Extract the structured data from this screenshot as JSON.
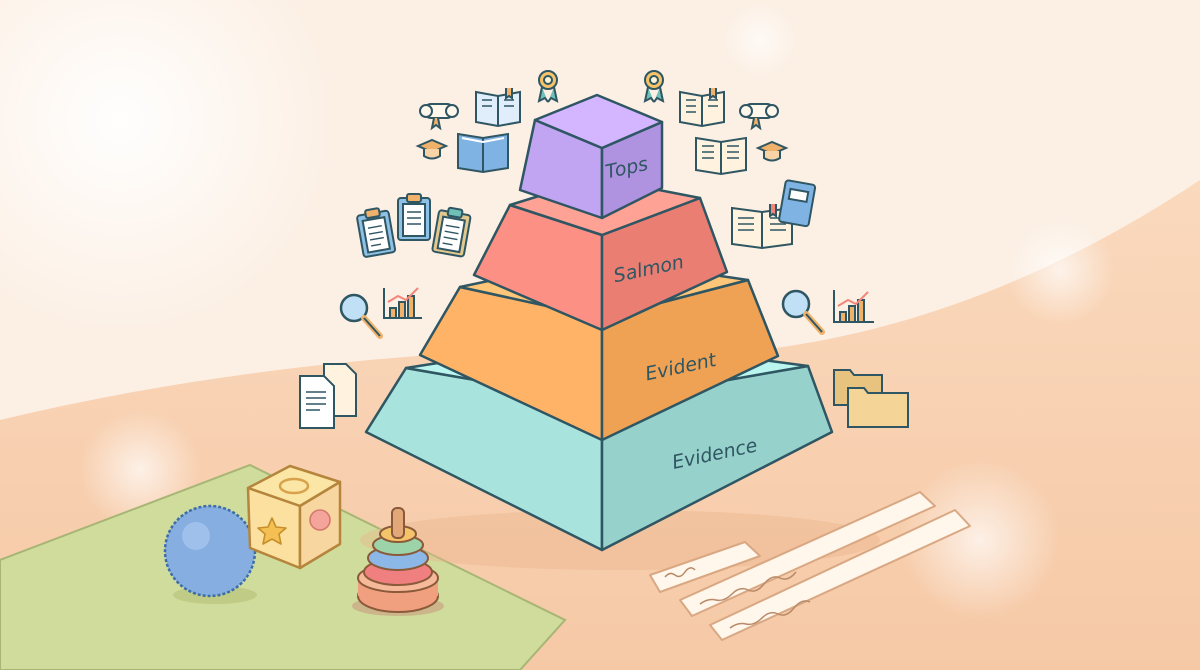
{
  "pyramid": {
    "tiers": [
      {
        "label": "Tops",
        "color": "#b79ae8"
      },
      {
        "label": "Salmon",
        "color": "#f3867a"
      },
      {
        "label": "Evident",
        "color": "#f7a95c"
      },
      {
        "label": "Evidence",
        "color": "#9fd9d3"
      }
    ],
    "outline_color": "#2f5663"
  },
  "icons": {
    "top_left": [
      "scroll-icon",
      "open-book-icon",
      "award-ribbon-icon",
      "graduation-cap-icon",
      "book-icon"
    ],
    "top_right": [
      "award-ribbon-icon",
      "open-book-icon",
      "scroll-icon",
      "open-book-icon",
      "graduation-cap-icon"
    ],
    "middle_left": [
      "clipboard-icon",
      "clipboard-icon",
      "clipboard-icon"
    ],
    "middle_right": [
      "open-book-icon",
      "notebook-icon"
    ],
    "lower_left": [
      "magnifier-icon",
      "bar-chart-icon",
      "documents-icon"
    ],
    "lower_right": [
      "magnifier-icon",
      "bar-chart-icon",
      "folders-icon"
    ]
  },
  "scene": {
    "toys": [
      "ball",
      "toy-block",
      "stacking-rings"
    ],
    "notes": [
      "paper-strip",
      "paper-strip",
      "paper-strip"
    ]
  }
}
